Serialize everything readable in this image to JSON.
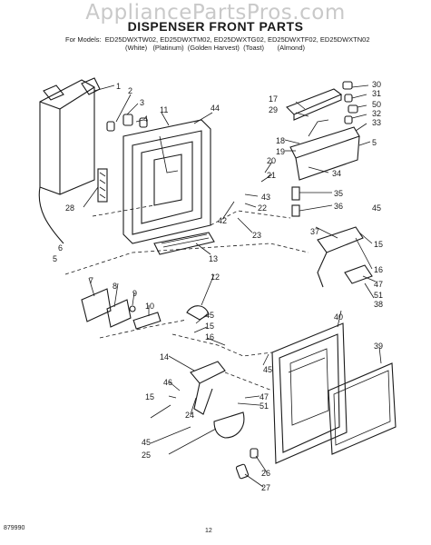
{
  "watermark": "AppliancePartsPros.com",
  "title": "DISPENSER FRONT PARTS",
  "models": {
    "prefix": "For Models:",
    "list": "ED25DWXTW02, ED25DWXTM02, ED25DWXTG02, ED25DWXTF02, ED25DWXTN02",
    "colors": [
      "(White)",
      "(Platinum)",
      "(Golden Harvest)",
      "(Toast)",
      "(Almond)"
    ]
  },
  "footer": {
    "code": "879990",
    "page": "12"
  },
  "callouts": [
    "1",
    "2",
    "3",
    "4",
    "5",
    "6",
    "7",
    "8",
    "9",
    "10",
    "11",
    "12",
    "13",
    "14",
    "15",
    "16",
    "17",
    "18",
    "19",
    "20",
    "21",
    "22",
    "23",
    "24",
    "25",
    "26",
    "27",
    "28",
    "29",
    "30",
    "31",
    "32",
    "33",
    "34",
    "35",
    "36",
    "37",
    "38",
    "39",
    "40",
    "42",
    "43",
    "44",
    "45",
    "46",
    "47",
    "50",
    "51"
  ]
}
